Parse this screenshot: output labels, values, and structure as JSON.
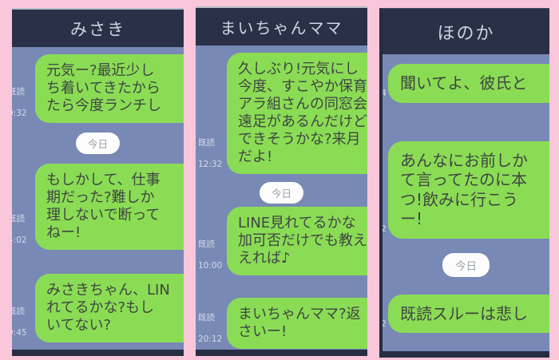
{
  "background_color": "#f9c6da",
  "colors": {
    "panel_background": "#7889b5",
    "header_background": "#2a3047",
    "header_text": "#ced3e1",
    "bubble_green": "#8bdc55",
    "bubble_text": "#3e4641",
    "timestamp_text": "#d5dbe8",
    "date_pill_background": "#fcfcfd",
    "date_pill_text": "#9ba1ac",
    "bottom_strip": "#272d42"
  },
  "panels": [
    {
      "title": "みさき",
      "divider": "今日",
      "messages": [
        {
          "text": "元気ー?最近少し\nち着いてきたから\nたら今度ランチし",
          "read": "既読",
          "time": "0:32"
        },
        {
          "text": "もしかして、仕事\n期だった?難しか\n理しないで断って\nねー!",
          "read": "既読",
          "time": "4:02"
        },
        {
          "text": "みさきちゃん、LIN\nれてるかな?もし\nいてない?",
          "read": "既読",
          "time": "0:45"
        }
      ]
    },
    {
      "title": "まいちゃんママ",
      "divider": "今日",
      "messages": [
        {
          "text": "久しぶり!元気にし\n今度、すこやか保育\nアラ組さんの同窓会\n遠足があるんだけど\nできそうかな?来月\nだよ!",
          "read": "既読",
          "time": "12:32"
        },
        {
          "text": "LINE見れてるかな\n加可否だけでも教え\nえれば♪",
          "read": "既読",
          "time": "10:00"
        },
        {
          "text": "まいちゃんママ?返\nさいー!",
          "read": "既読",
          "time": "20:12"
        }
      ]
    },
    {
      "title": "ほのか",
      "divider": "今日",
      "messages": [
        {
          "text": "聞いてよ、彼氏と",
          "read": "",
          "time": "4"
        },
        {
          "text": "あんなにお前しか\nて言ってたのに本\nつ!飲みに行こう\nー!",
          "read": "",
          "time": "2"
        },
        {
          "text": "既読スルーは悲し",
          "read": "",
          "time": "2"
        }
      ]
    }
  ]
}
